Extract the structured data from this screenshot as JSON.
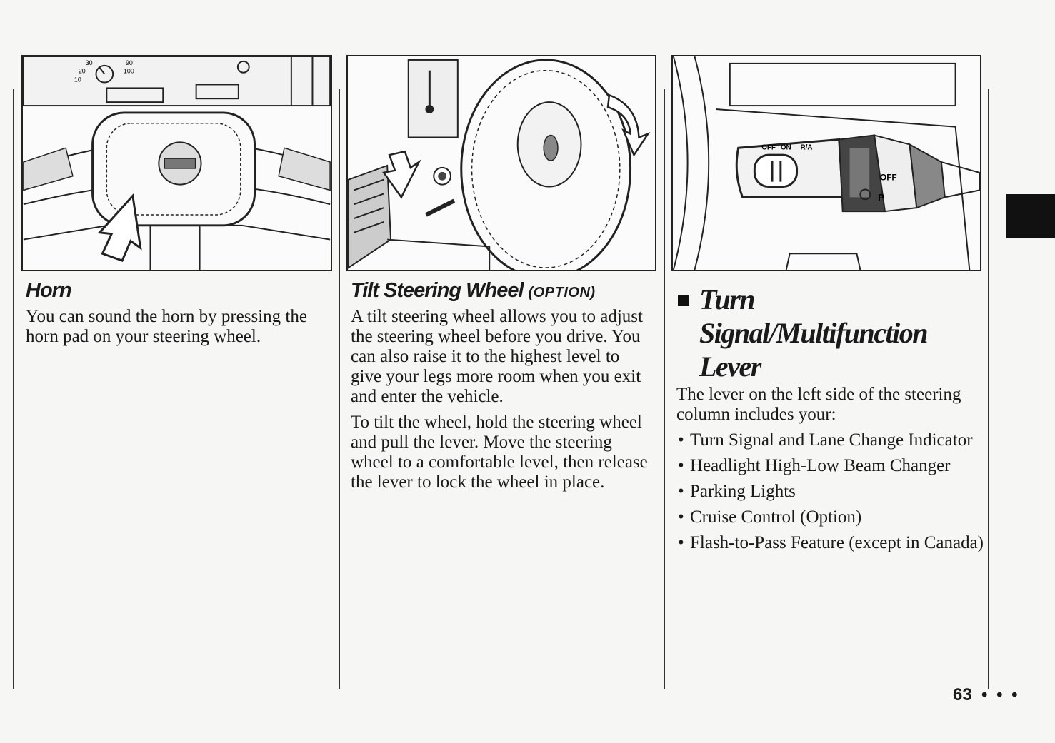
{
  "horn": {
    "title": "Horn",
    "paragraphs": [
      "You can sound the horn by pressing the horn pad on your steering wheel."
    ]
  },
  "tilt": {
    "title": "Tilt Steering Wheel",
    "title_suffix": "(OPTION)",
    "paragraphs": [
      "A tilt steering wheel allows you to adjust the steering wheel before you drive. You can also raise it to the highest level to give your legs more room when you exit and enter the vehicle.",
      "To tilt the wheel, hold the steering wheel and pull the lever. Move the steering wheel to a comfortable level, then release the lever to lock the wheel in place."
    ]
  },
  "turn": {
    "title_line1": "Turn Signal/Multifunction",
    "title_line2": "Lever",
    "intro": "The lever on the left side of the steering column includes your:",
    "items": [
      "Turn Signal and Lane Change Indicator",
      "Headlight High-Low Beam Changer",
      "Parking Lights",
      "Cruise Control (Option)",
      "Flash-to-Pass Feature (except in Canada)"
    ]
  },
  "figure_labels": {
    "gauge_30": "30",
    "gauge_20": "20",
    "gauge_10": "10",
    "gauge_90": "90",
    "gauge_100": "100",
    "lever_off": "OFF",
    "lever_on": "ON",
    "lever_rs": "R/A",
    "lever_off2": "OFF",
    "lever_pe": "P"
  },
  "footer": {
    "page_number": "63",
    "dots": "• • •"
  }
}
